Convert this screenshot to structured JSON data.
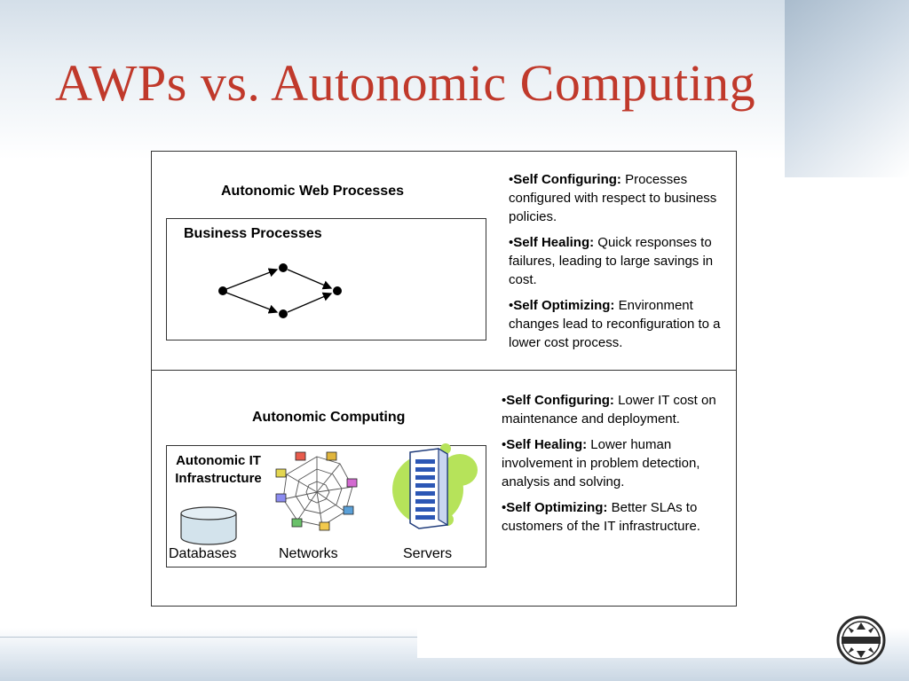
{
  "title": "AWPs vs. Autonomic Computing",
  "awp": {
    "heading": "Autonomic Web Processes",
    "box_label": "Business Processes",
    "bullets": [
      {
        "term": "Self Configuring:",
        "text": " Processes configured with respect to business policies."
      },
      {
        "term": "Self Healing:",
        "text": "  Quick responses to failures, leading to large savings in cost."
      },
      {
        "term": "Self Optimizing:",
        "text": "  Environment changes lead to reconfiguration to a lower cost process."
      }
    ]
  },
  "ac": {
    "heading": "Autonomic Computing",
    "infra_label_line1": "Autonomic IT",
    "infra_label_line2": "Infrastructure",
    "components": [
      "Databases",
      "Networks",
      "Servers"
    ],
    "bullets": [
      {
        "term": "Self Configuring:",
        "text": " Lower IT cost on maintenance and deployment."
      },
      {
        "term": "Self Healing:",
        "text": " Lower human involvement in problem detection, analysis and solving."
      },
      {
        "term": "Self Optimizing:",
        "text": " Better SLAs to customers of the IT infrastructure."
      }
    ]
  },
  "colors": {
    "title": "#c0392b",
    "server_circle": "#b6e35a",
    "database": "#d3e3ec"
  },
  "icons": {
    "logo": "lsdis-logo",
    "network": "network-web-icon",
    "server": "server-icon",
    "database": "database-icon"
  }
}
